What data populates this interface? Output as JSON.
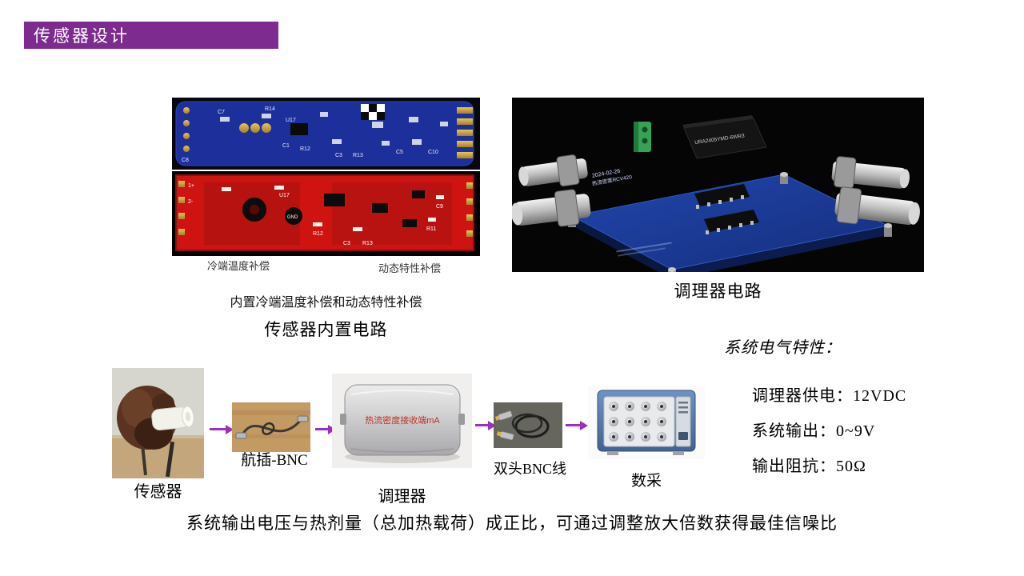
{
  "slide": {
    "title": "传感器设计",
    "accent_color": "#7d2b8f",
    "arrow_color": "#9b2fbf",
    "bottom_note": "系统输出电压与热剂量（总加热载荷）成正比，可通过调整放大倍数获得最佳信噪比"
  },
  "pcb_section": {
    "cold_label": "冷端温度补偿",
    "dynamic_label": "动态特性补偿",
    "caption_line1": "内置冷端温度补偿和动态特性补偿",
    "caption_line2": "传感器内置电路",
    "silkscreen_top": [
      "C7",
      "R14",
      "U17",
      "C1",
      "R12",
      "C3",
      "R13",
      "C5",
      "C10",
      "C8"
    ],
    "silkscreen_bottom": [
      "1+",
      "2-",
      "U17",
      "GND",
      "R12",
      "C3",
      "R13",
      "C9",
      "R11"
    ]
  },
  "render_section": {
    "caption": "调理器电路",
    "board_date": "2024-02-26",
    "board_label": "热流密度RCV420",
    "module_label": "URA2405YMD-6WR3"
  },
  "flow": {
    "sensor_label": "传感器",
    "cable1_label": "航插-BNC",
    "conditioner_label": "调理器",
    "conditioner_marking": "热流密度接收端mA",
    "cable2_label": "双头BNC线",
    "daq_label": "数采"
  },
  "specs": {
    "heading": "系统电气特性：",
    "items": [
      "调理器供电：12VDC",
      "系统输出：0~9V",
      "输出阻抗：50Ω"
    ]
  }
}
